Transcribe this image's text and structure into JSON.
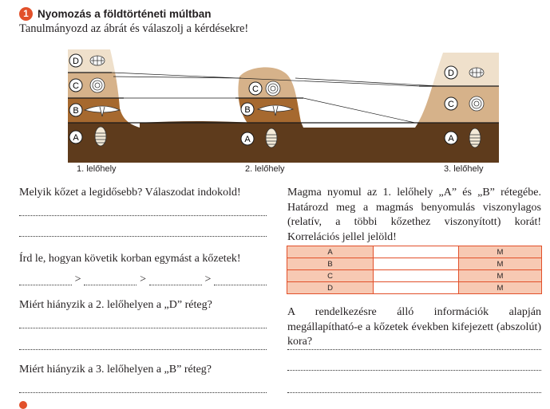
{
  "header": {
    "number": "1",
    "title": "Nyomozás a földtörténeti múltban",
    "instruction": "Tanulmányozd az ábrát és válaszolj a kérdésekre!"
  },
  "figure": {
    "colors": {
      "layer_A": "#5e3b1c",
      "layer_B": "#a6692f",
      "layer_C": "#d6b28a",
      "layer_D": "#efe0cb",
      "layer_lines": "#1a1a1a"
    },
    "layer_letters": [
      "A",
      "B",
      "C",
      "D"
    ],
    "sites": [
      {
        "label": "1. lelőhely",
        "layers": [
          "A",
          "B",
          "C",
          "D"
        ]
      },
      {
        "label": "2. lelőhely",
        "layers": [
          "A",
          "B",
          "C"
        ]
      },
      {
        "label": "3. lelőhely",
        "layers": [
          "A",
          "C",
          "D"
        ]
      }
    ],
    "fossil_icons": {
      "A": "trilobite-icon",
      "B": "winged-brachiopod-icon",
      "C": "ammonite-icon",
      "D": "bivalve-shell-icon"
    }
  },
  "left": {
    "q1": "Melyik kőzet a legidősebb? Válaszodat indokold!",
    "q2": "Írd le, hogyan követik korban egymást a kőzetek!",
    "chain_separator": ">",
    "q3": "Miért hiányzik a 2. lelőhelyen a „D” réteg?",
    "q4": "Miért hiányzik a 3. lelőhelyen a „B” réteg?"
  },
  "right": {
    "intro": "Magma nyomul az 1. lelőhely „A” és „B” rétegébe. Határozd meg a magmás benyomulás viszonylagos (relatív, a többi kőzethez viszonyított) korát! Korrelációs jellel jelöld!",
    "table": {
      "rows": [
        {
          "layer": "A",
          "mark": "M"
        },
        {
          "layer": "B",
          "mark": "M"
        },
        {
          "layer": "C",
          "mark": "M"
        },
        {
          "layer": "D",
          "mark": "M"
        }
      ]
    },
    "q_absolute": "A rendelkezésre álló információk alapján megállapítható-e a kőzetek években kifejezett (abszolút) kora?"
  }
}
